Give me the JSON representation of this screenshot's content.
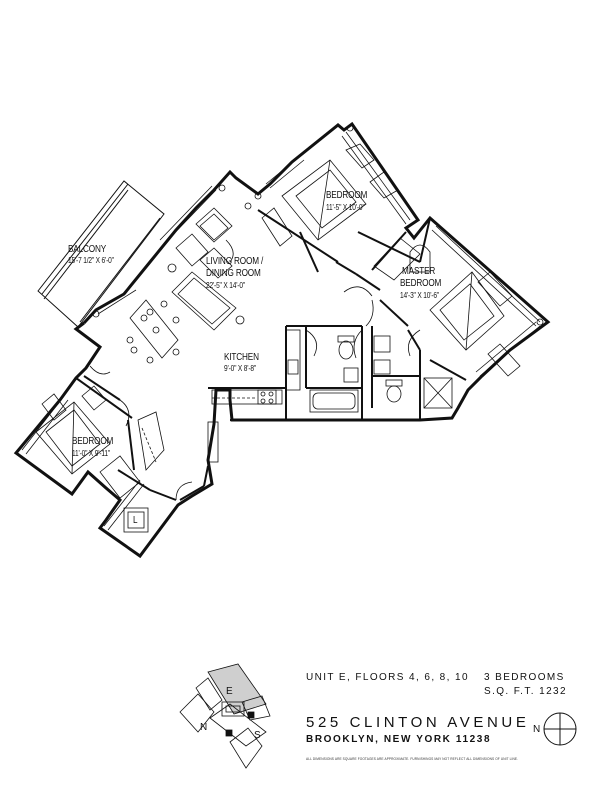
{
  "rooms": {
    "balcony": {
      "name": "BALCONY",
      "dims": "15'-7 1/2\" X 6'-0\""
    },
    "living": {
      "name_line1": "LIVING ROOM /",
      "name_line2": "DINING ROOM",
      "dims": "22'-5\" X 14'-0\""
    },
    "bedroom_top": {
      "name": "BEDROOM",
      "dims": "11'-5\" X 10'-0\""
    },
    "master": {
      "name_line1": "MASTER",
      "name_line2": "BEDROOM",
      "dims": "14'-3\" X 10'-6\""
    },
    "kitchen": {
      "name": "KITCHEN",
      "dims": "9'-0\" X 8'-8\""
    },
    "bedroom_left": {
      "name": "BEDROOM",
      "dims": "11'-0\" X 9'-11\""
    },
    "laundry": {
      "name": "L"
    }
  },
  "unit_info": {
    "unit_floors": "UNIT E, FLOORS 4, 6, 8, 10",
    "bedrooms": "3 BEDROOMS",
    "sqft": "S.Q. F.T. 1232",
    "address": "525 CLINTON AVENUE",
    "city": "BROOKLYN, NEW YORK 11238",
    "disclaimer": "ALL DIMENSIONS ARE SQUARE FOOTAGES ARE APPROXIMATE. FURNISHINGS MAY NOT REFLECT ALL DIMENSIONS OF UNIT LINE."
  },
  "key_plan": {
    "unit_letter": "E",
    "label_n": "N",
    "label_s": "S"
  },
  "compass": {
    "label": "N"
  }
}
